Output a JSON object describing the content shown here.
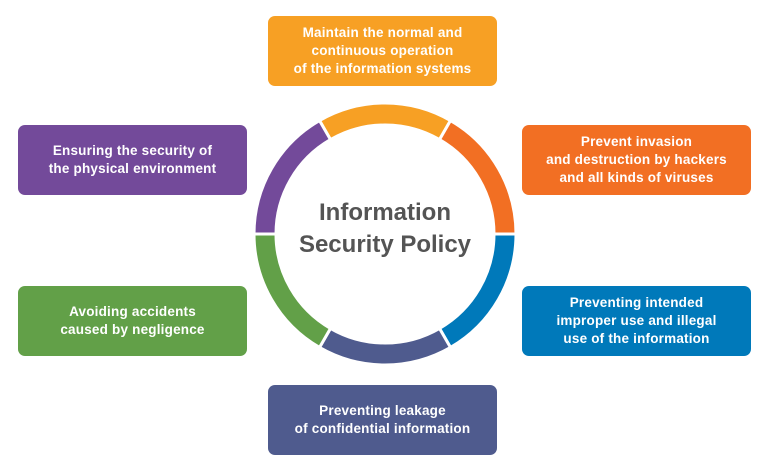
{
  "center": {
    "line1": "Information",
    "line2": "Security Policy",
    "color": "#545454"
  },
  "items": [
    {
      "lines": [
        "Maintain the normal and",
        "continuous operation",
        "of the information systems"
      ],
      "color": "#F7A024"
    },
    {
      "lines": [
        "Prevent invasion",
        "and destruction by hackers",
        "and all kinds of viruses"
      ],
      "color": "#F26F23"
    },
    {
      "lines": [
        "Preventing intended",
        "improper use and illegal",
        "use of the information"
      ],
      "color": "#0079BA"
    },
    {
      "lines": [
        "Preventing leakage",
        "of confidential information"
      ],
      "color": "#4F5B8E"
    },
    {
      "lines": [
        "Avoiding accidents",
        "caused by negligence"
      ],
      "color": "#62A048"
    },
    {
      "lines": [
        "Ensuring the security of",
        "the physical environment"
      ],
      "color": "#734A9A"
    }
  ]
}
